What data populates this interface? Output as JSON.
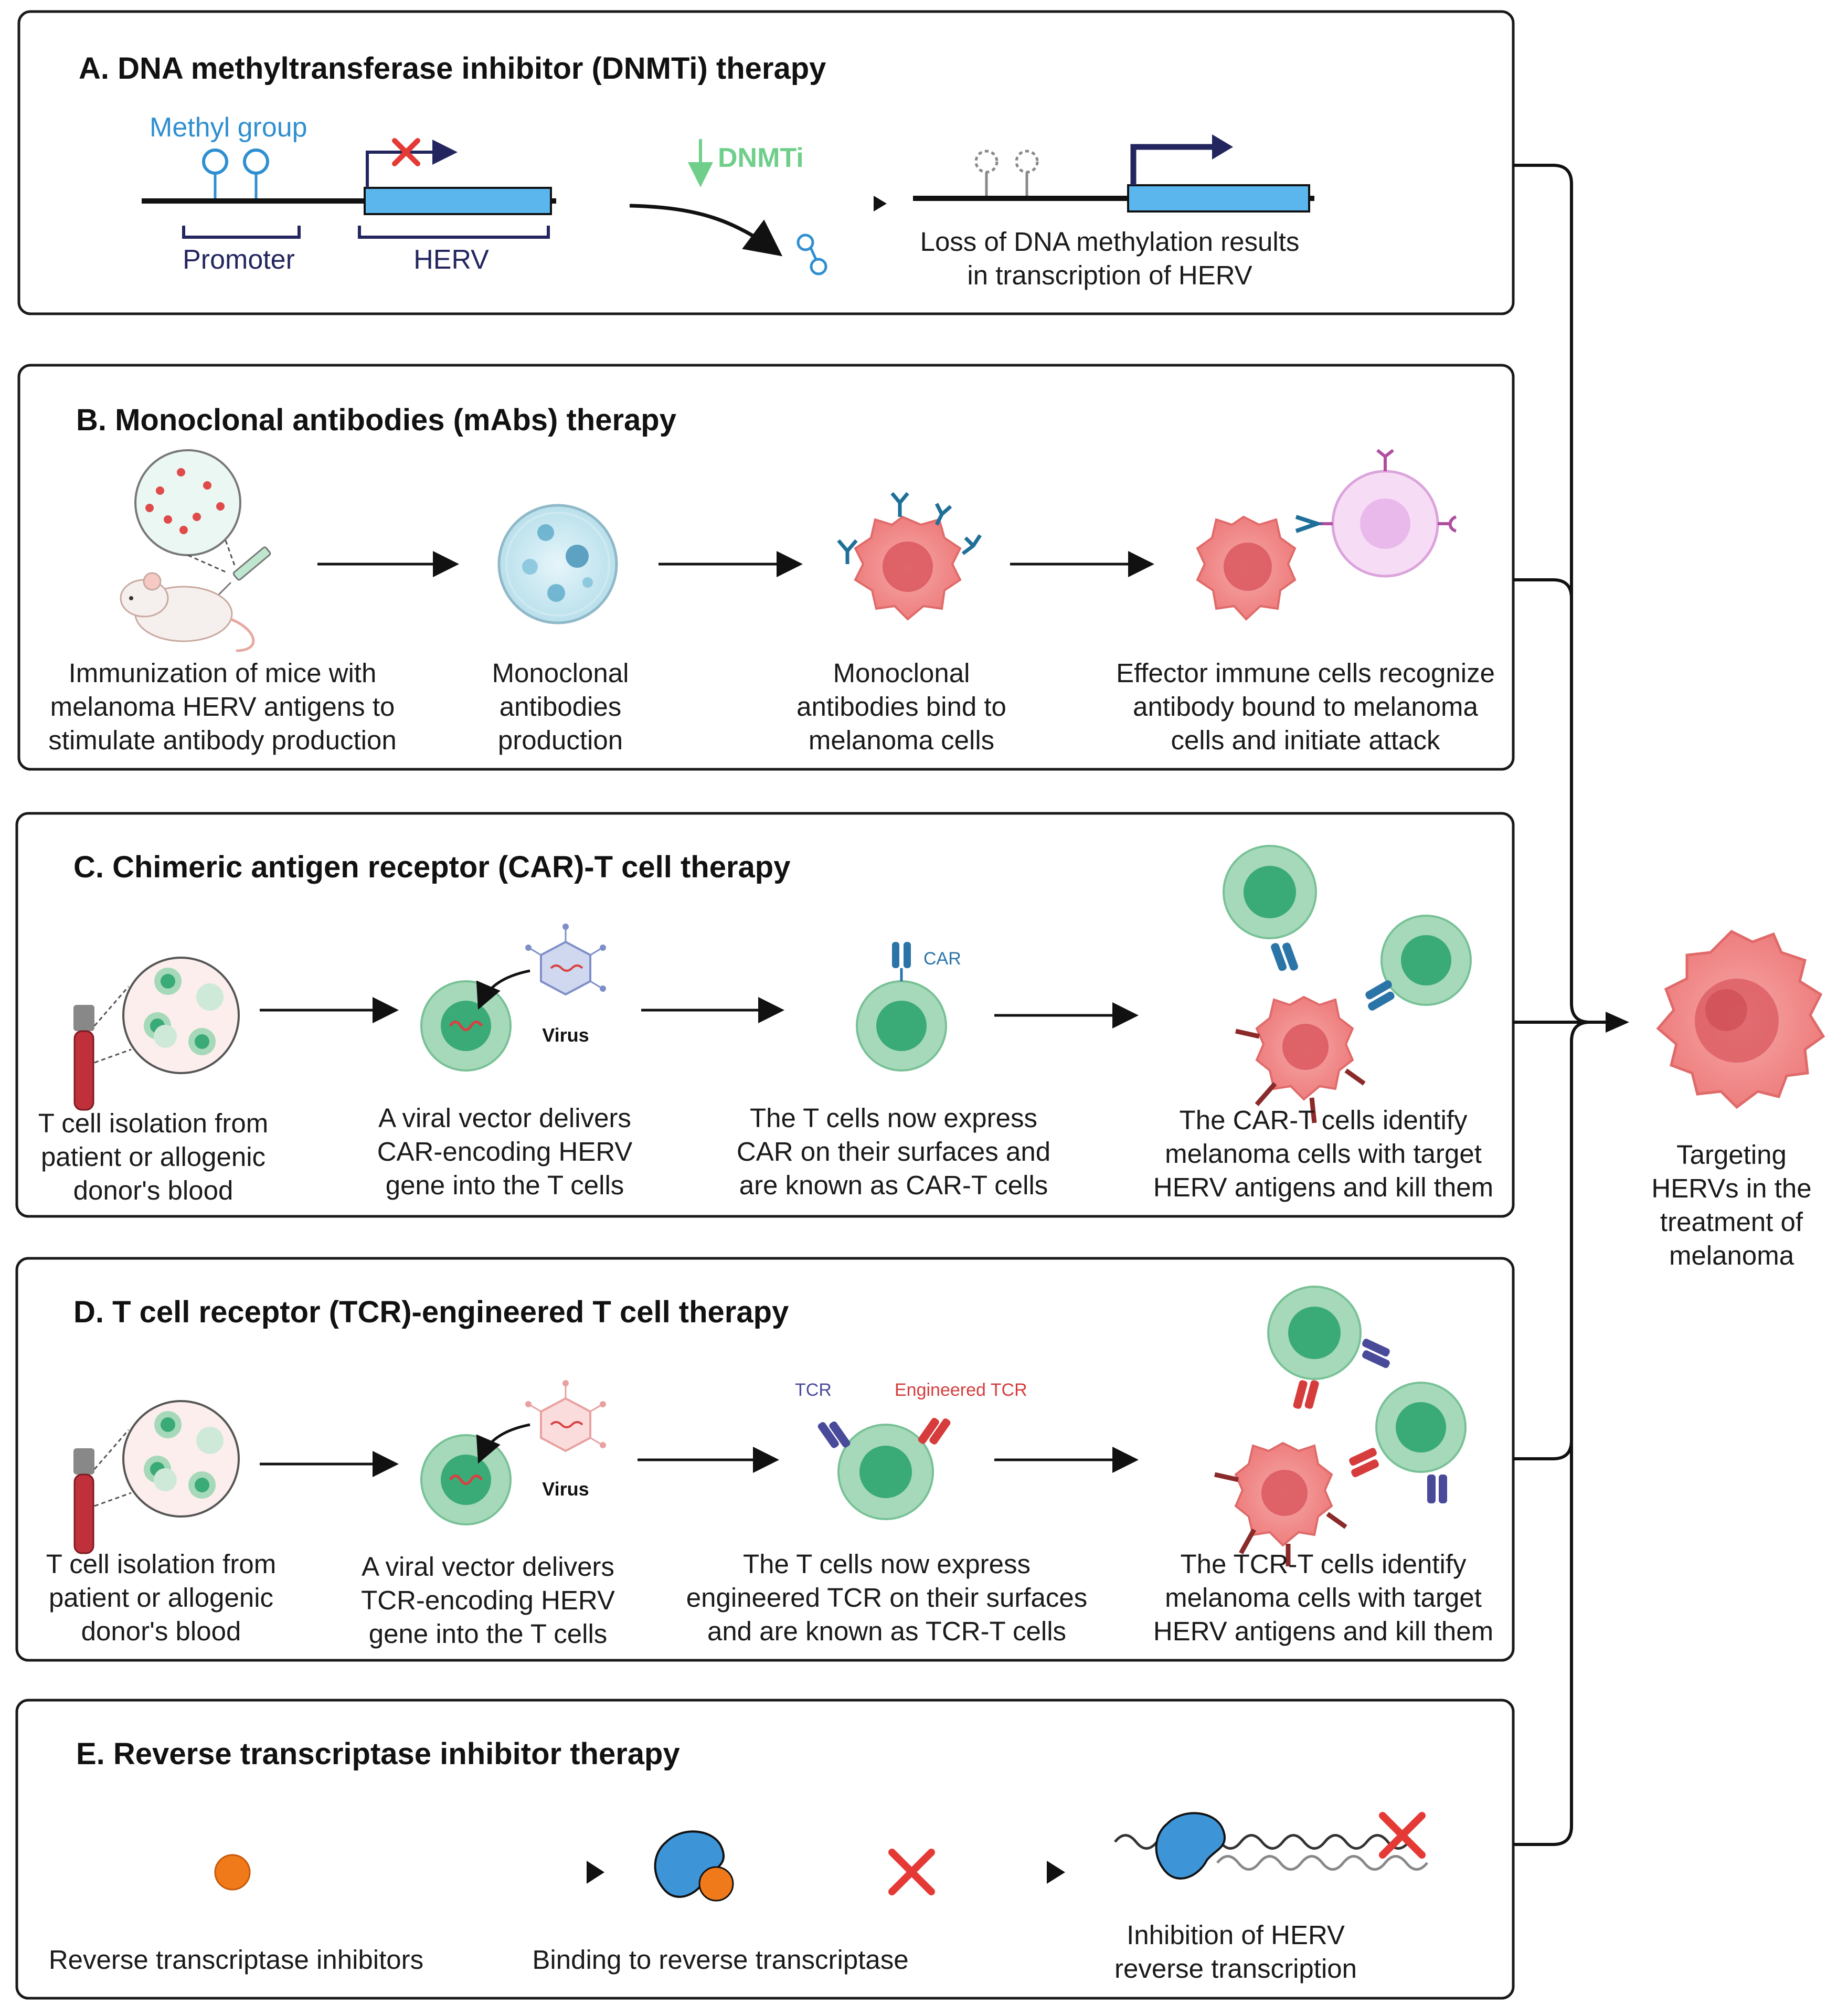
{
  "panels": {
    "a": {
      "title": "A. DNA methyltransferase inhibitor (DNMTi) therapy",
      "methyl_group": "Methyl group",
      "promoter": "Promoter",
      "herv": "HERV",
      "dnmti": "DNMTi",
      "result_line1": "Loss of DNA methylation results",
      "result_line2": "in transcription of HERV"
    },
    "b": {
      "title": "B. Monoclonal antibodies (mAbs) therapy",
      "steps": [
        [
          "Immunization of mice with",
          "melanoma HERV antigens to",
          "stimulate antibody production"
        ],
        [
          "Monoclonal",
          "antibodies",
          "production"
        ],
        [
          "Monoclonal",
          "antibodies bind to",
          "melanoma cells"
        ],
        [
          "Effector immune cells recognize",
          "antibody bound to melanoma",
          "cells and initiate attack"
        ]
      ]
    },
    "c": {
      "title": "C. Chimeric antigen receptor (CAR)-T cell therapy",
      "virus": "Virus",
      "car": "CAR",
      "steps": [
        [
          "T cell isolation from",
          "patient or allogenic",
          "donor's blood"
        ],
        [
          "A viral vector delivers",
          "CAR-encoding HERV",
          "gene into the T cells"
        ],
        [
          "The T cells now express",
          "CAR on their surfaces and",
          "are known as CAR-T cells"
        ],
        [
          "The CAR-T cells identify",
          "melanoma cells with target",
          "HERV antigens and kill them"
        ]
      ]
    },
    "d": {
      "title": "D. T cell receptor (TCR)-engineered T cell therapy",
      "virus": "Virus",
      "tcr": "TCR",
      "engineered_tcr": "Engineered TCR",
      "steps": [
        [
          "T cell isolation from",
          "patient or allogenic",
          "donor's blood"
        ],
        [
          "A viral vector delivers",
          "TCR-encoding HERV",
          "gene into the T cells"
        ],
        [
          "The T cells now express",
          "engineered TCR on their surfaces",
          "and are known as TCR-T cells"
        ],
        [
          "The TCR-T cells identify",
          "melanoma cells with target",
          "HERV antigens and kill them"
        ]
      ]
    },
    "e": {
      "title": "E. Reverse transcriptase inhibitor therapy",
      "steps": [
        [
          "Reverse transcriptase inhibitors"
        ],
        [
          "Binding to reverse transcriptase"
        ],
        [
          "Inhibition of HERV",
          "reverse transcription"
        ]
      ]
    }
  },
  "target": {
    "lines": [
      "Targeting",
      "HERVs in the",
      "treatment of",
      "melanoma"
    ]
  },
  "colors": {
    "methyl_blue": "#2f8fd0",
    "navy": "#2b2f6e",
    "herv_bar": "#5bb6ee",
    "dnmti_green": "#6fcf8a",
    "red_x": "#e53935",
    "tcell_outer": "#a6d9b9",
    "tcell_inner": "#3aaa77",
    "melanoma": "#f38a8a",
    "car_blue": "#2a74a8",
    "tcr_purple": "#4a4a9a",
    "engineered_tcr_red": "#d63c3c",
    "inhibitor_orange": "#f07a1a",
    "rt_blue": "#3d95d8"
  }
}
